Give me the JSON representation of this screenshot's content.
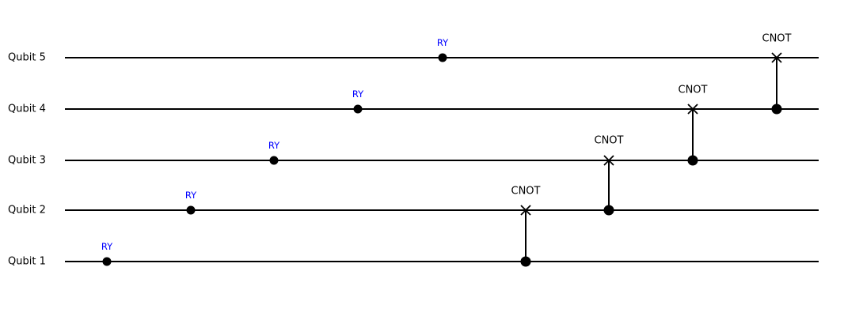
{
  "figure": {
    "background": "#ffffff",
    "wire_color": "#000000",
    "marker_color": "#000000",
    "ry_label_color": "#0000ff",
    "cnot_label_color": "#000000"
  },
  "circuit": {
    "qubits": [
      {
        "label": "Qubit 1"
      },
      {
        "label": "Qubit 2"
      },
      {
        "label": "Qubit 3"
      },
      {
        "label": "Qubit 4"
      },
      {
        "label": "Qubit 5"
      }
    ],
    "gates": [
      {
        "type": "RY",
        "label": "RY",
        "qubit": "Qubit 1"
      },
      {
        "type": "RY",
        "label": "RY",
        "qubit": "Qubit 2"
      },
      {
        "type": "RY",
        "label": "RY",
        "qubit": "Qubit 3"
      },
      {
        "type": "RY",
        "label": "RY",
        "qubit": "Qubit 4"
      },
      {
        "type": "RY",
        "label": "RY",
        "qubit": "Qubit 5"
      },
      {
        "type": "CNOT",
        "label": "CNOT",
        "control": "Qubit 1",
        "target": "Qubit 2"
      },
      {
        "type": "CNOT",
        "label": "CNOT",
        "control": "Qubit 2",
        "target": "Qubit 3"
      },
      {
        "type": "CNOT",
        "label": "CNOT",
        "control": "Qubit 3",
        "target": "Qubit 4"
      },
      {
        "type": "CNOT",
        "label": "CNOT",
        "control": "Qubit 4",
        "target": "Qubit 5"
      }
    ]
  }
}
